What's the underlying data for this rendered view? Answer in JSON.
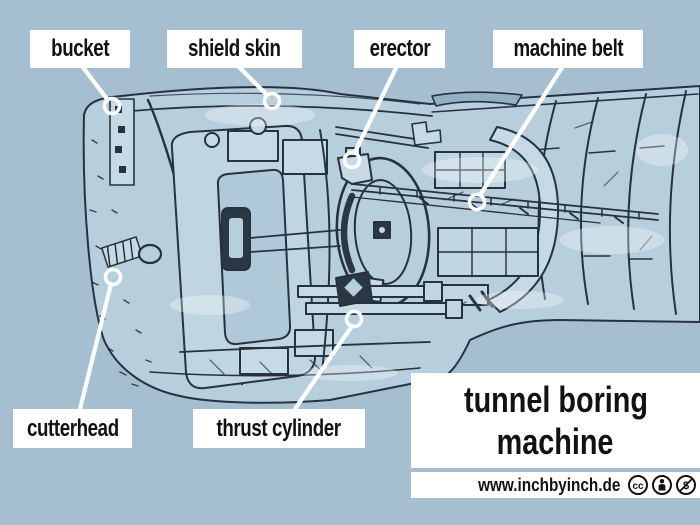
{
  "scene": {
    "subject": "tunnel boring machine cutaway illustration",
    "colors": {
      "background": "#a5bfd1",
      "machine_fill": "#b7cfdd",
      "machine_fill_light": "#c6dae6",
      "outline": "#26323e",
      "label_background": "#ffffff",
      "label_text": "#121212",
      "leader_line": "#ffffff"
    }
  },
  "labels": [
    {
      "id": "bucket",
      "text": "bucket"
    },
    {
      "id": "shield-skin",
      "text": "shield skin"
    },
    {
      "id": "erector",
      "text": "erector"
    },
    {
      "id": "machine-belt",
      "text": "machine belt"
    },
    {
      "id": "cutterhead",
      "text": "cutterhead"
    },
    {
      "id": "thrust-cylinder",
      "text": "thrust cylinder"
    }
  ],
  "title": {
    "line1": "tunnel boring",
    "line2": "machine"
  },
  "footer": {
    "website": "www.inchbyinch.de",
    "license_icons": [
      "cc",
      "attribution",
      "non-commercial"
    ],
    "cc_glyph": "cc",
    "nc_glyph": "$"
  }
}
